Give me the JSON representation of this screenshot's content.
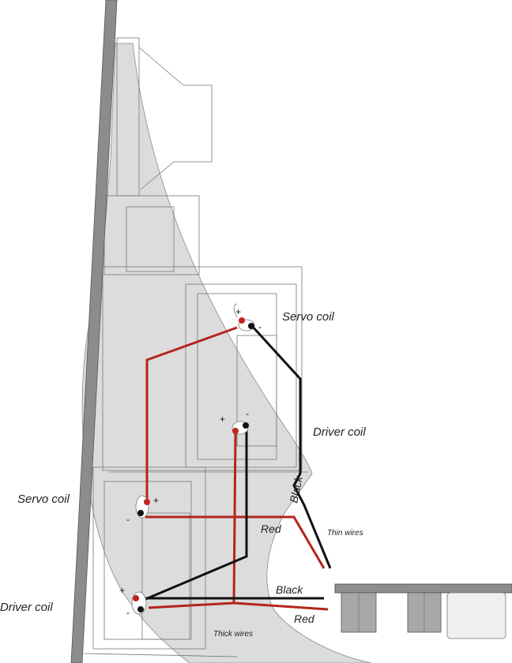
{
  "labels": {
    "servo_coil_upper": "Servo coil",
    "driver_coil_upper": "Driver coil",
    "servo_coil_lower": "Servo coil",
    "driver_coil_lower": "Driver coil",
    "black_vertical": "Black",
    "red_middle": "Red",
    "thin_wires": "Thin wires",
    "black_bottom": "Black",
    "red_bottom": "Red",
    "thick_wires": "Thick wires"
  },
  "signs": {
    "plus": "+",
    "minus": "-"
  },
  "colors": {
    "red_wire": "#b5241c",
    "black_wire": "#111111",
    "shaded_region": "#dcdcdc",
    "frame_outline": "#777777",
    "terminal_red": "#c0241c",
    "terminal_black": "#111111",
    "board_fill": "#8e8e8e"
  }
}
